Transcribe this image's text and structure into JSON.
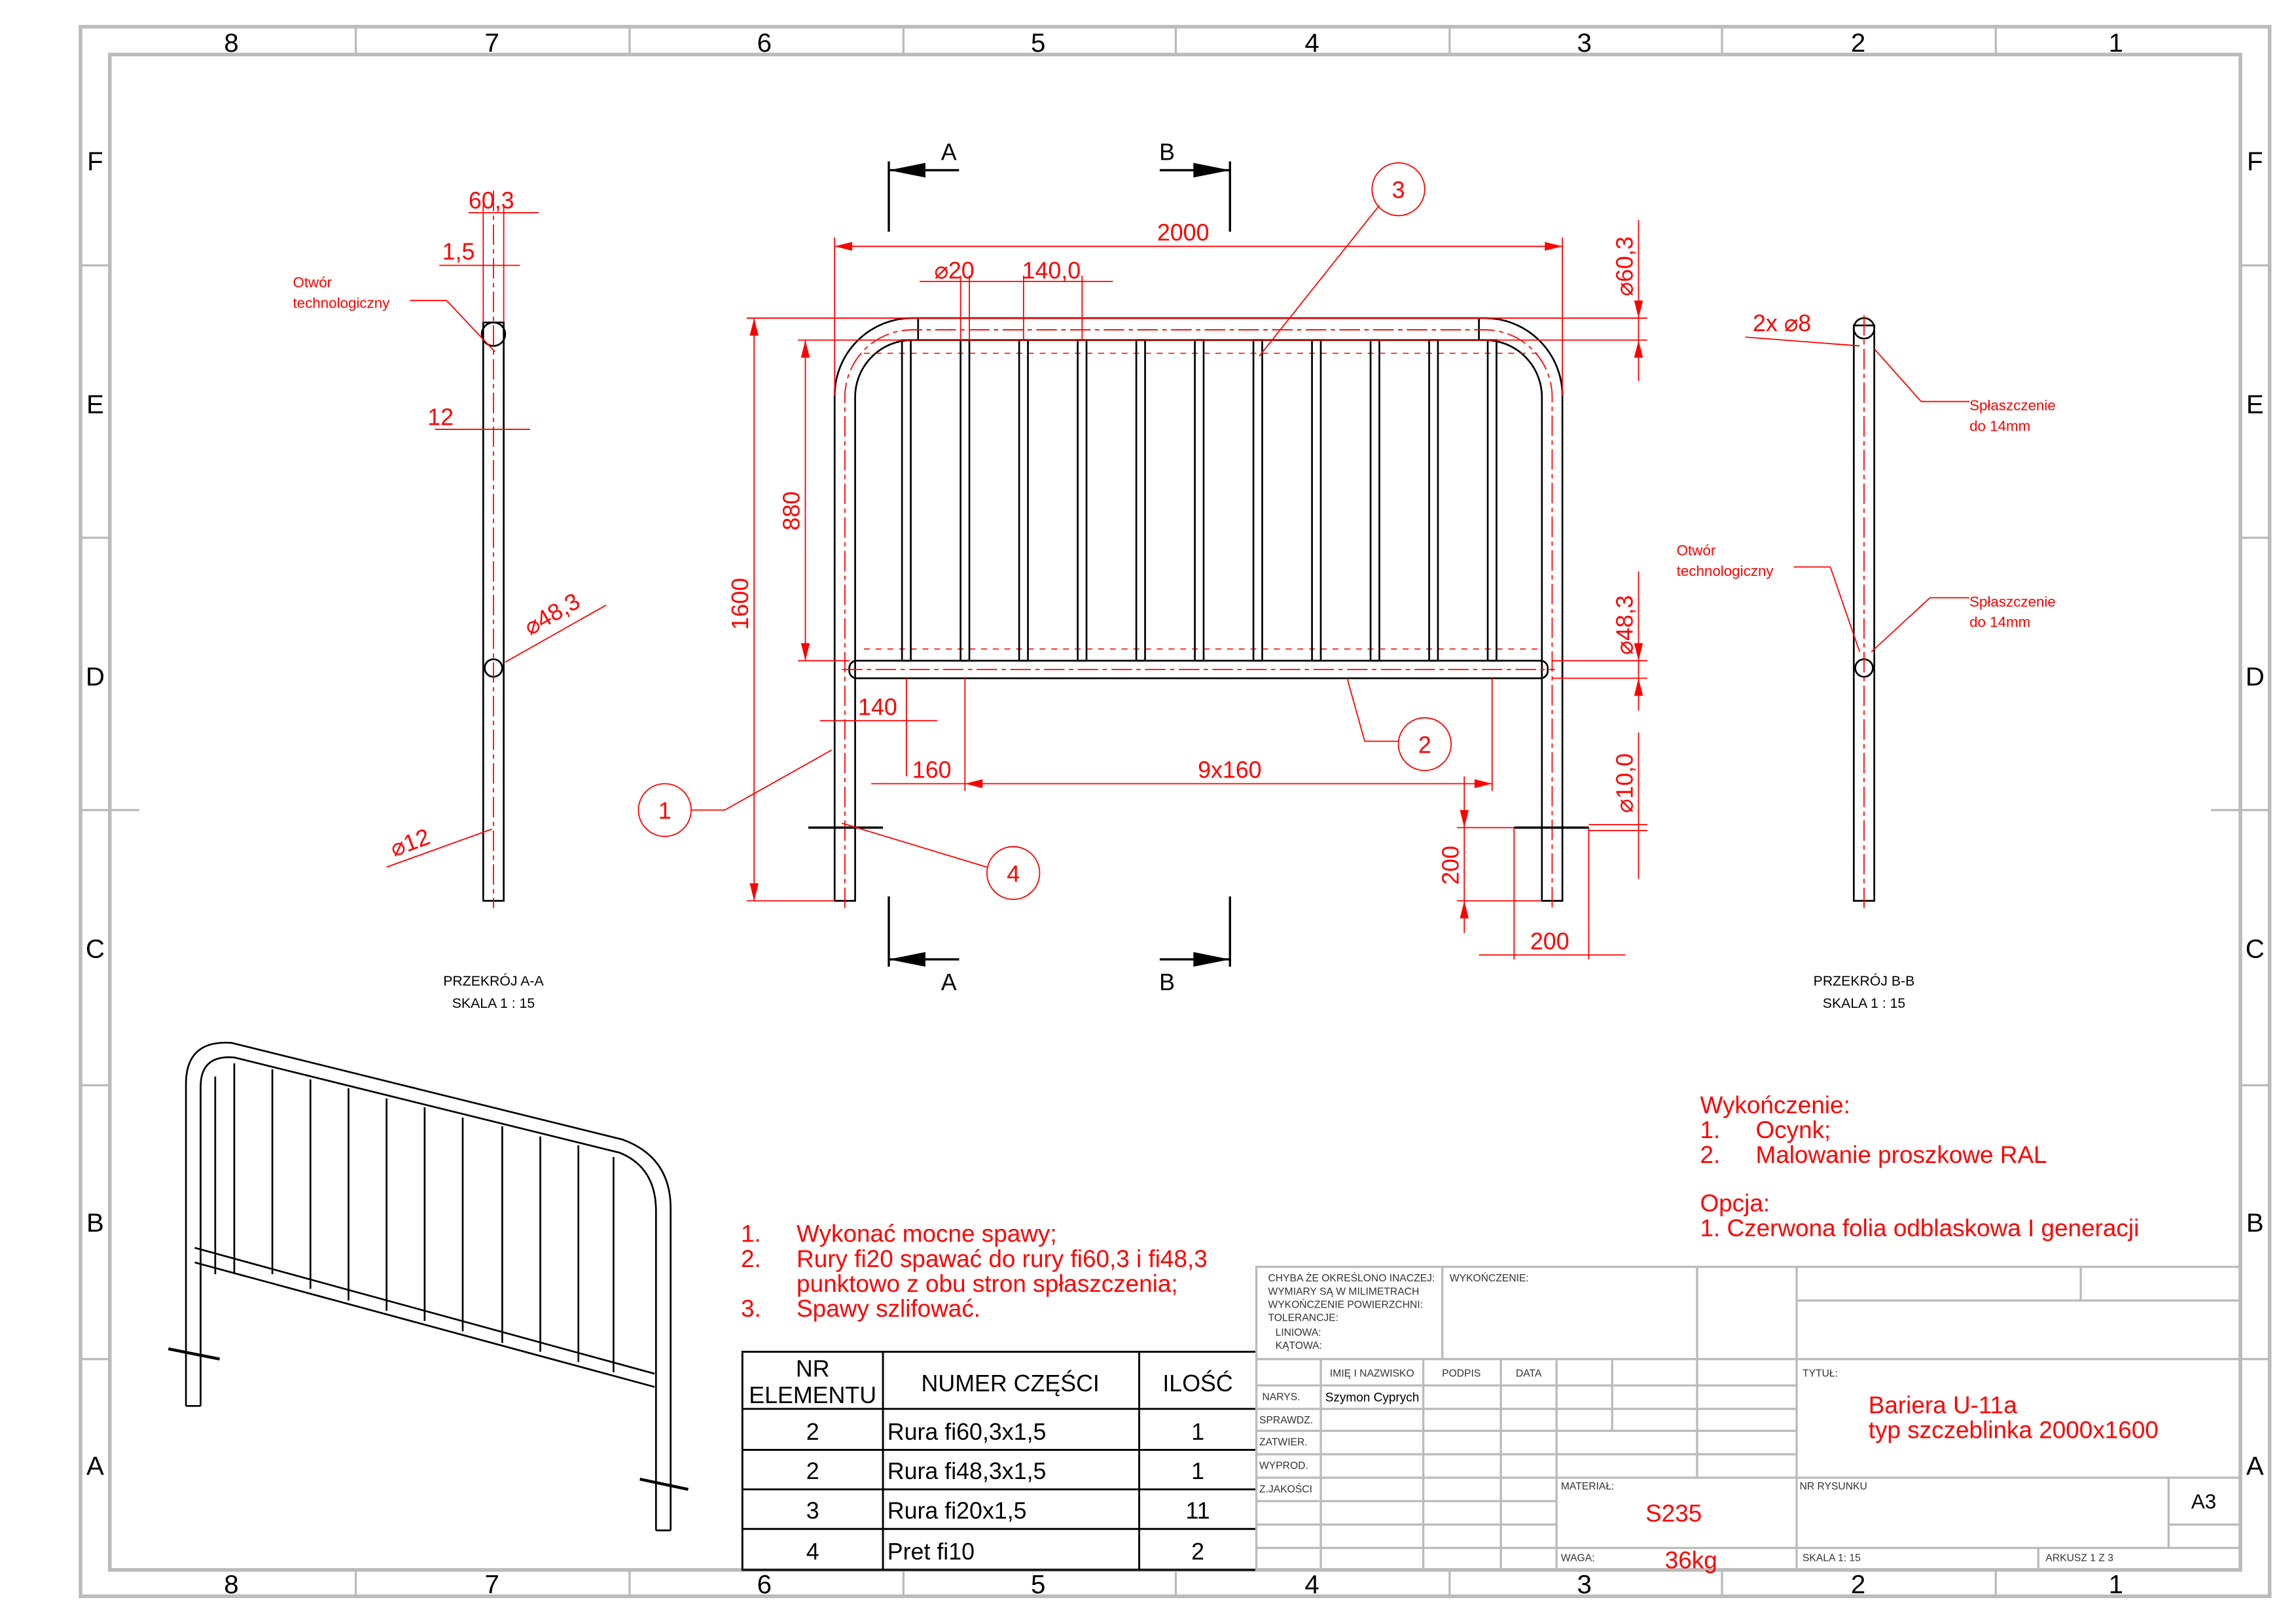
{
  "zones": {
    "cols": [
      "8",
      "7",
      "6",
      "5",
      "4",
      "3",
      "2",
      "1"
    ],
    "rows": [
      "F",
      "E",
      "D",
      "C",
      "B",
      "A"
    ]
  },
  "front_view": {
    "section_a": "A",
    "section_b": "B",
    "dims": {
      "width": "2000",
      "bar_dia": "⌀20",
      "bar_pitch_top": "140,0",
      "top_tube_dia": "⌀60,3",
      "inner_height": "880",
      "height": "1600",
      "rail_dia": "⌀48,3",
      "offset": "140",
      "first_pitch": "160",
      "pitch": "9x160",
      "rod_dia": "⌀10,0",
      "rod_height": "200",
      "rod_length": "200"
    },
    "balloons": [
      "1",
      "2",
      "3",
      "4"
    ]
  },
  "section_aa": {
    "title": "PRZEKRÓJ A-A",
    "scale": "SKALA 1 : 15",
    "dim_width": "60,3",
    "dim_wall": "1,5",
    "dim_12": "12",
    "dim_rail": "⌀48,3",
    "dim_rod": "⌀12",
    "note": [
      "Otwór",
      "technologiczny"
    ]
  },
  "section_bb": {
    "title": "PRZEKRÓJ B-B",
    "scale": "SKALA 1 : 15",
    "dim_holes": "2x ⌀8",
    "note_hole": [
      "Otwór",
      "technologiczny"
    ],
    "note_flat1": [
      "Spłaszczenie",
      "do 14mm"
    ],
    "note_flat2": [
      "Spłaszczenie",
      "do 14mm"
    ]
  },
  "finish": {
    "heading": "Wykończenie:",
    "items": [
      {
        "n": "1.",
        "t": "Ocynk;"
      },
      {
        "n": "2.",
        "t": "Malowanie proszkowe RAL"
      }
    ],
    "option_heading": "Opcja:",
    "option": "1. Czerwona folia odblaskowa I generacji"
  },
  "notes": [
    {
      "n": "1.",
      "t": "Wykonać mocne spawy;"
    },
    {
      "n": "2.",
      "t": "Rury fi20 spawać do rury fi60,3 i fi48,3"
    },
    {
      "n": "",
      "t": "punktowo z obu stron spłaszczenia;"
    },
    {
      "n": "3.",
      "t": "Spawy szlifować."
    }
  ],
  "bom": {
    "headers": [
      "NR",
      "ELEMENTU",
      "NUMER CZĘŚCI",
      "ILOŚĆ"
    ],
    "rows": [
      [
        "2",
        "Rura fi60,3x1,5",
        "1"
      ],
      [
        "2",
        "Rura fi48,3x1,5",
        "1"
      ],
      [
        "3",
        "Rura fi20x1,5",
        "11"
      ],
      [
        "4",
        "Pret fi10",
        "2"
      ]
    ]
  },
  "title_block": {
    "general": [
      "CHYBA ŻE OKREŚLONO INACZEJ:",
      "WYMIARY SĄ W MILIMETRACH",
      "WYKOŃCZENIE POWIERZCHNI:",
      "TOLERANCJE:",
      "LINIOWA:",
      "KĄTOWA:"
    ],
    "finish_label": "WYKOŃCZENIE:",
    "col_headers": [
      "IMIĘ I NAZWISKO",
      "PODPIS",
      "DATA"
    ],
    "roles": [
      "NARYS.",
      "SPRAWDZ.",
      "ZATWIER.",
      "WYPROD.",
      "Z.JAKOŚCI"
    ],
    "drawn_by": "Szymon Cyprych",
    "title_label": "TYTUŁ:",
    "title": [
      "Bariera U-11a",
      "typ szczeblinka 2000x1600"
    ],
    "material_label": "MATERIAŁ:",
    "material": "S235",
    "drawing_no_label": "NR RYSUNKU",
    "size": "A3",
    "weight_label": "WAGA:",
    "weight": "36kg",
    "scale": "SKALA 1: 15",
    "sheet": "ARKUSZ 1 Z 3"
  },
  "colors": {
    "annotation": "#ff0000",
    "line": "#000000",
    "border": "#bbbbbb"
  }
}
